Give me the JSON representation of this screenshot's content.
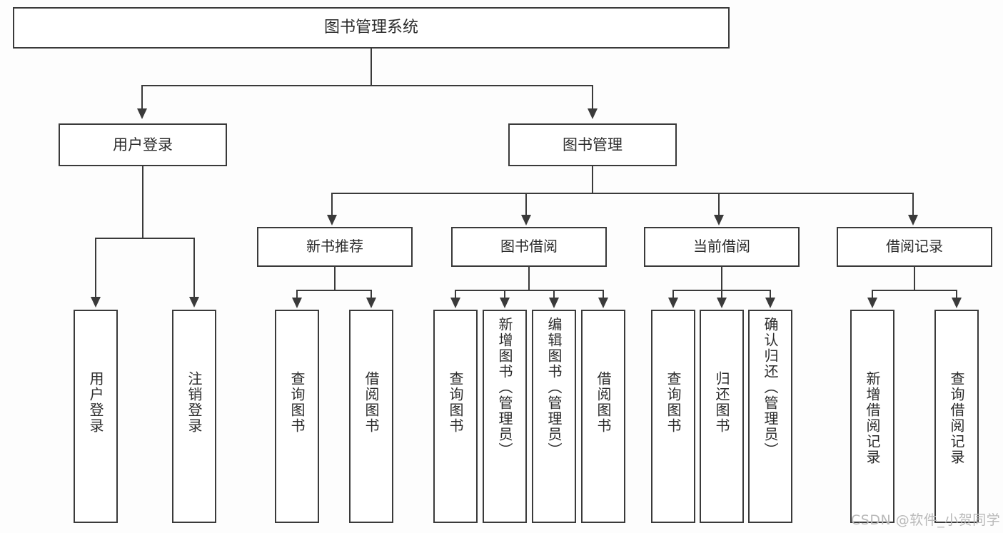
{
  "diagram": {
    "title": "图书管理系统",
    "root": {
      "label": "图书管理系统"
    },
    "level2": [
      {
        "label": "用户登录"
      },
      {
        "label": "图书管理"
      }
    ],
    "level3": [
      {
        "label": "新书推荐"
      },
      {
        "label": "图书借阅"
      },
      {
        "label": "当前借阅"
      },
      {
        "label": "借阅记录"
      }
    ],
    "leaves": {
      "user_login": [
        {
          "label": "用户登录"
        },
        {
          "label": "注销登录"
        }
      ],
      "new_book_recommend": [
        {
          "label": "查询图书"
        },
        {
          "label": "借阅图书"
        }
      ],
      "book_borrow": [
        {
          "label": "查询图书"
        },
        {
          "label": "新增图书（管理员）"
        },
        {
          "label": "编辑图书（管理员）"
        },
        {
          "label": "借阅图书"
        }
      ],
      "current_borrow": [
        {
          "label": "查询图书"
        },
        {
          "label": "归还图书"
        },
        {
          "label": "确认归还（管理员）"
        }
      ],
      "borrow_record": [
        {
          "label": "新增借阅记录"
        },
        {
          "label": "查询借阅记录"
        }
      ]
    }
  },
  "watermark": {
    "text": "CSDN @软件_小贺同学"
  },
  "colors": {
    "border": "#3a3a3a",
    "text": "#2b2b2b",
    "background": "#fdfdfd",
    "watermark": "#b9b9b9"
  }
}
